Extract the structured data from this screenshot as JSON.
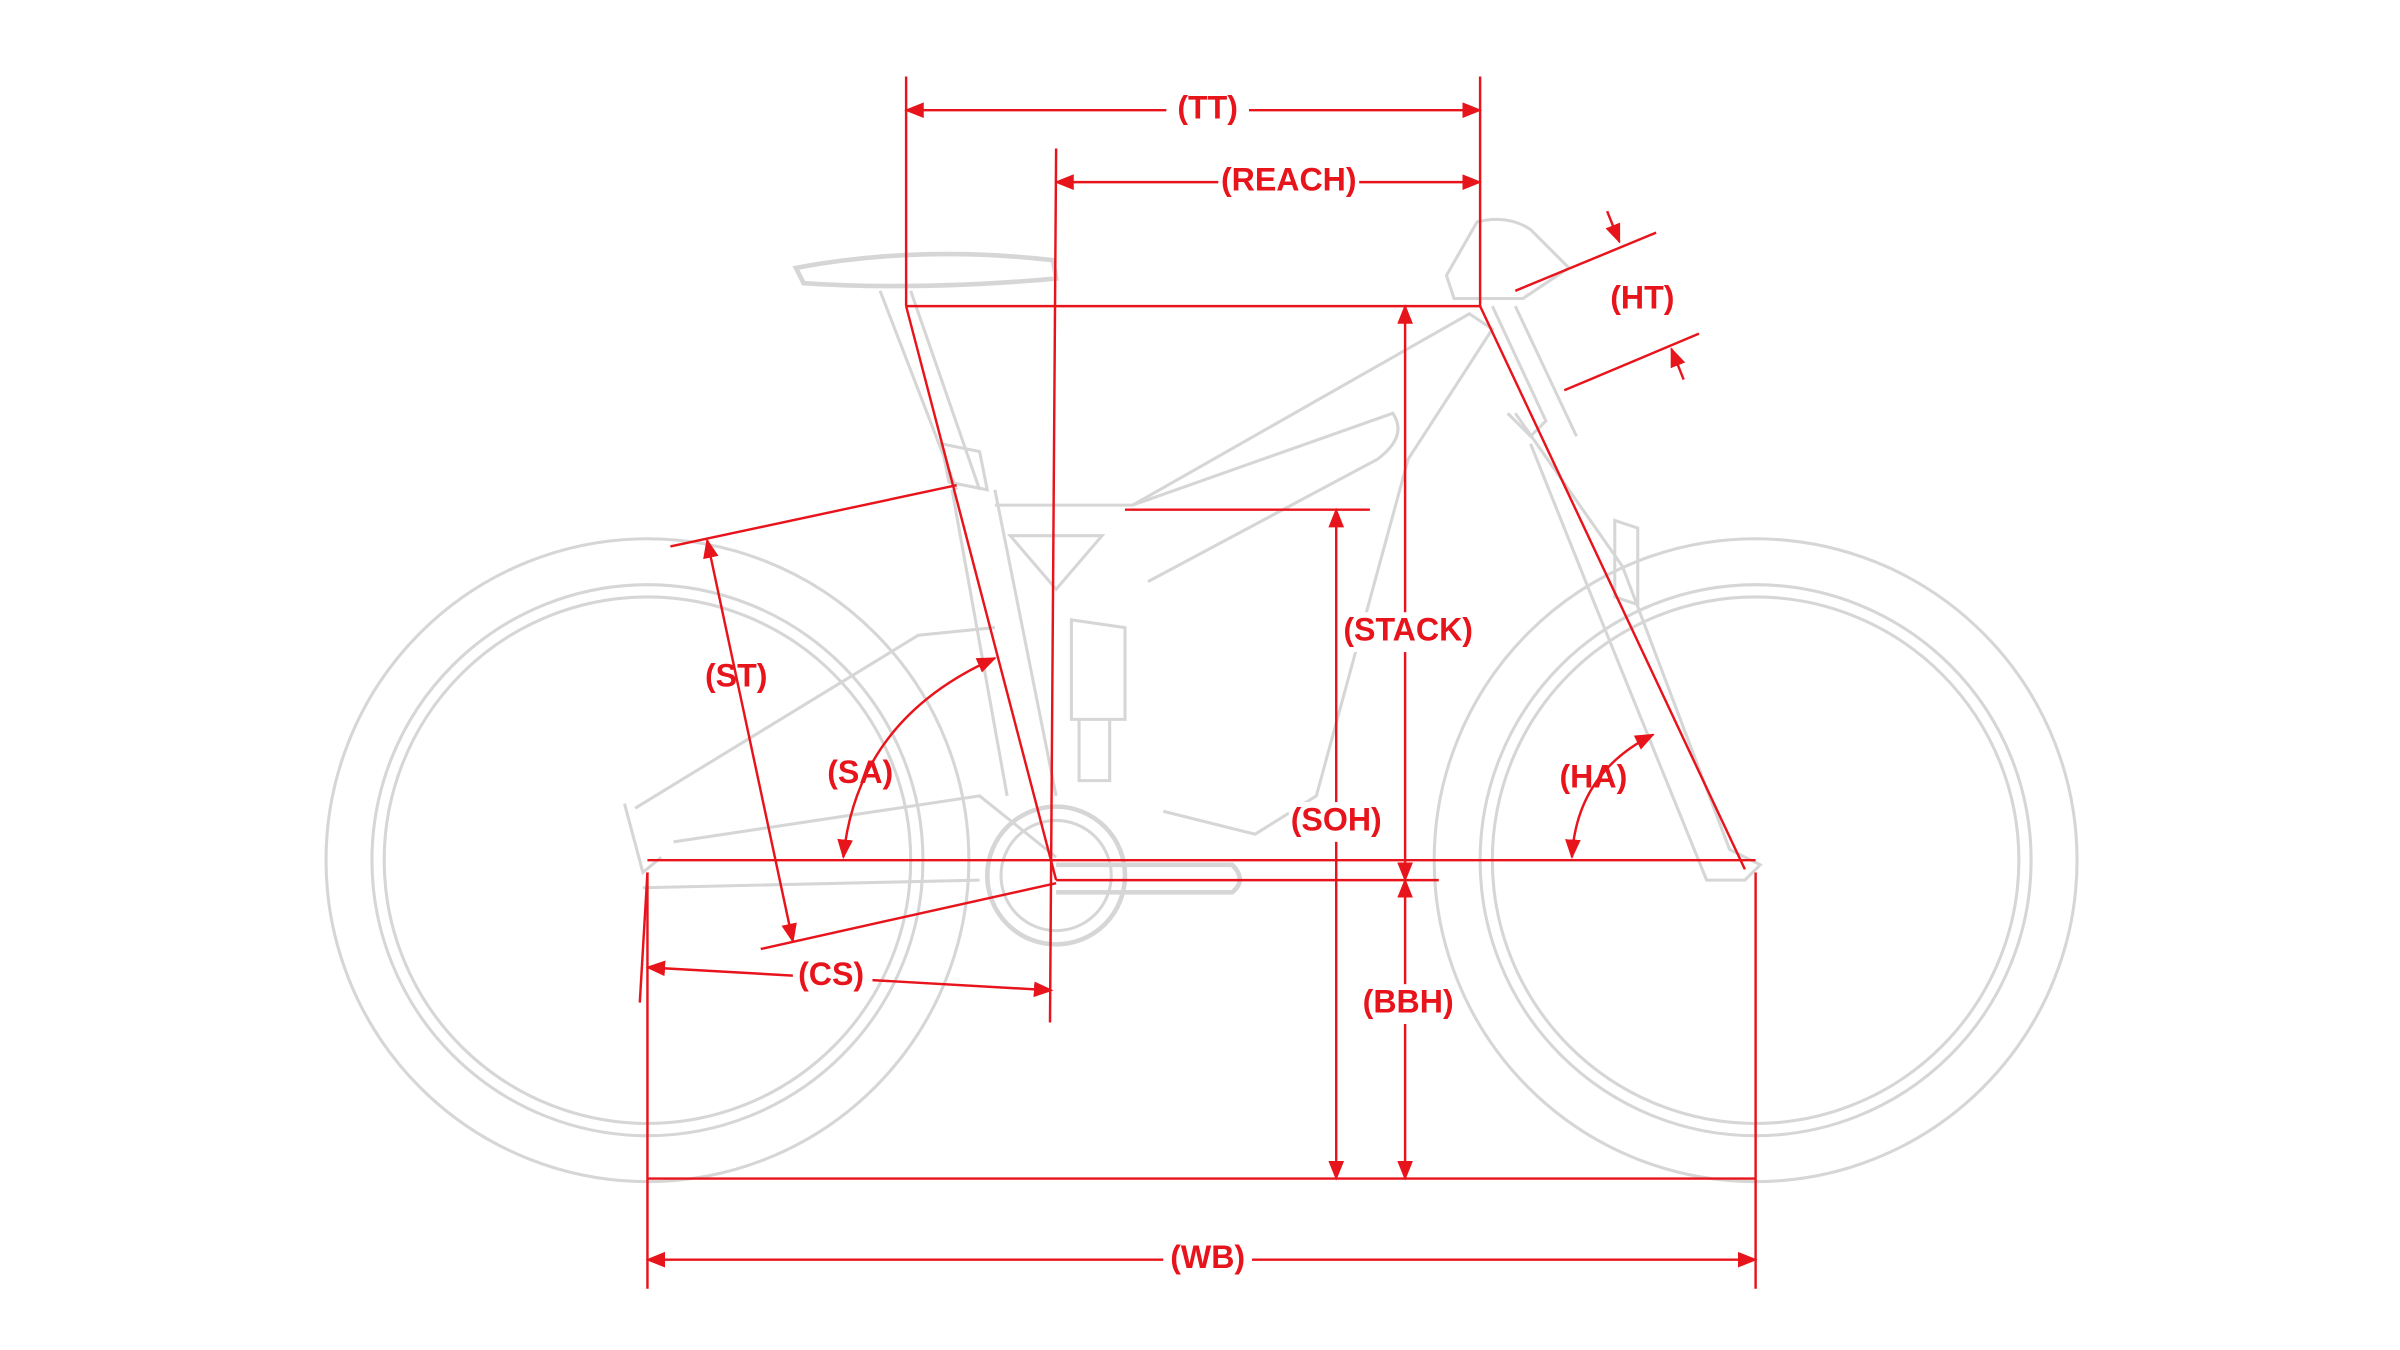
{
  "diagram": {
    "labels": {
      "tt": "(TT)",
      "reach": "(REACH)",
      "ht": "(HT)",
      "stack": "(STACK)",
      "st": "(ST)",
      "sa": "(SA)",
      "soh": "(SOH)",
      "ha": "(HA)",
      "cs": "(CS)",
      "bbh": "(BBH)",
      "wb": "(WB)"
    },
    "colors": {
      "dimension": "#e8141c",
      "bike_outline": "#d6d6d6",
      "background": "#ffffff"
    }
  }
}
